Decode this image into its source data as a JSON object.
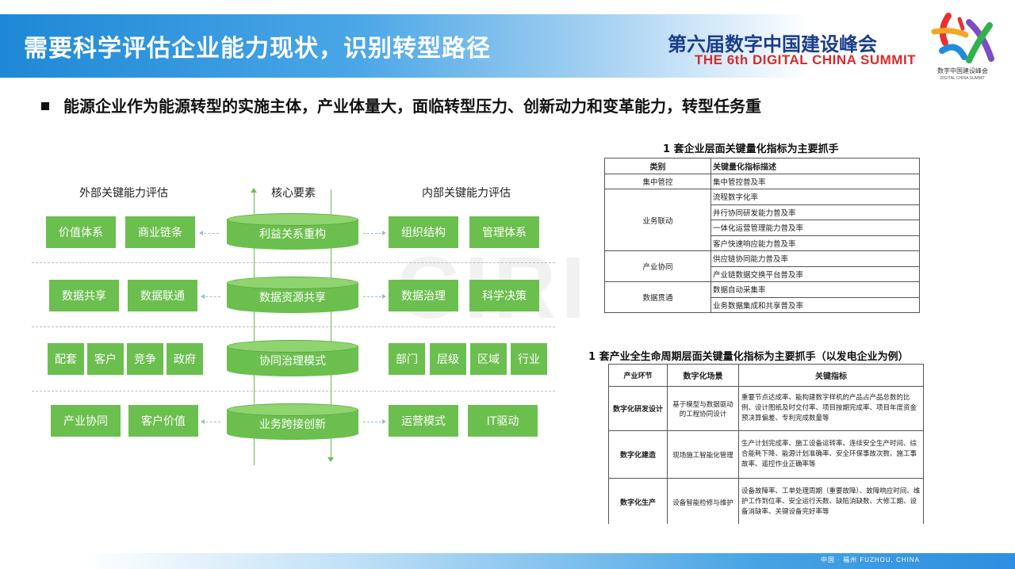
{
  "header": {
    "title": "需要科学评估企业能力现状，识别转型路径",
    "summit_cn": "第六届数字中国建设峰会",
    "summit_en": "THE 6th DIGITAL CHINA SUMMIT",
    "logo_caption": "数字中国建设峰会",
    "logo_caption_en": "DIGITAL CHINA SUMMIT"
  },
  "bullet": "能源企业作为能源转型的实施主体，产业体量大，面临转型压力、创新动力和变革能力，转型任务重",
  "diagram": {
    "external_head": "外部关键能力评估",
    "core_head": "核心要素",
    "internal_head": "内部关键能力评估",
    "rows": [
      {
        "external": [
          "价值体系",
          "商业链条"
        ],
        "core": "利益关系重构",
        "internal": [
          "组织结构",
          "管理体系"
        ]
      },
      {
        "external": [
          "数据共享",
          "数据联通"
        ],
        "core": "数据资源共享",
        "internal": [
          "数据治理",
          "科学决策"
        ]
      },
      {
        "external": [
          "配套",
          "客户",
          "竞争",
          "政府"
        ],
        "core": "协同治理模式",
        "internal": [
          "部门",
          "层级",
          "区域",
          "行业"
        ]
      },
      {
        "external": [
          "产业协同",
          "客户价值"
        ],
        "core": "业务跨接创新",
        "internal": [
          "运营模式",
          "IT驱动"
        ]
      }
    ],
    "watermark": "CIRI"
  },
  "table1": {
    "title": "1 套企业层面关键量化指标为主要抓手",
    "headers": [
      "类别",
      "关键量化指标描述"
    ],
    "groups": [
      {
        "category": "集中管控",
        "items": [
          "集中管控普及率"
        ]
      },
      {
        "category": "业务联动",
        "items": [
          "流程数字化率",
          "并行协同研发能力普及率",
          "一体化运营管理能力普及率",
          "客户快速响应能力普及率"
        ]
      },
      {
        "category": "产业协同",
        "items": [
          "供应链协同能力普及率",
          "产业链数据交换平台普及率"
        ]
      },
      {
        "category": "数据贯通",
        "items": [
          "数据自动采集率",
          "业务数据集成和共享普及率"
        ]
      }
    ]
  },
  "table2": {
    "title": "1 套产业全生命周期层面关键量化指标为主要抓手（以发电企业为例）",
    "headers": [
      "产业环节",
      "数字化场景",
      "关键指标"
    ],
    "rows": [
      {
        "stage": "数字化研发设计",
        "scene": "基于模型与数据驱动的工程协同设计",
        "metrics": "重要节点达成率、能构建数字样机的产品占产品总数的比例、设计图纸及时交付率、项目按期完成率、项目年度资金预决算偏差、专利完成数量等"
      },
      {
        "stage": "数字化建造",
        "scene": "现场施工智能化管理",
        "metrics": "生产计划完成率、施工设备运转率、连续安全生产时间、综合能耗下降、能源计划准确率、安全环保事故次数、施工事故率、遥控作业正确率等"
      },
      {
        "stage": "数字化生产",
        "scene": "设备智能检修与维护",
        "metrics": "设备故障率、工单处理周期（重要故障）、故障响应时间、维护工作到位率、安全运行天数、缺陷消缺数、大修工期、设备消缺率、关键设备完好率等"
      }
    ]
  },
  "footer": {
    "text": "中国 · 福州   FUZHOU, CHINA"
  },
  "colors": {
    "accent_blue": "#1e88d6",
    "box_green": "#6bbf4e",
    "summit_red": "#d62b2b",
    "summit_navy": "#1a3d8c"
  }
}
